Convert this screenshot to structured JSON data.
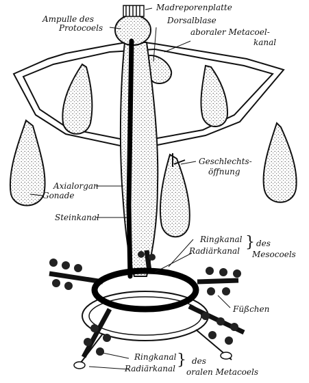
{
  "labels": {
    "madreporenplatte": "Madreporenplatte",
    "ampulle_line1": "Ampulle des",
    "ampulle_line2": "Protocoels",
    "dorsalblase": "Dorsalblase",
    "metacoelkanal_line1": "aboraler Metacoel-",
    "metacoelkanal_line2": "kanal",
    "geschlechts_line1": "Geschlechts-",
    "geschlechts_line2": "öffnung",
    "axialorgan": "Axialorgan",
    "gonade": "Gonade",
    "steinkanal": "Steinkanal",
    "ringkanal_meso": "Ringkanal",
    "radiarkanal_meso": "Radiärkanal",
    "des_meso": "des",
    "mesocoels": "Mesocoels",
    "fuesschen": "Füßchen",
    "ringkanal_oral": "Ringkanal",
    "radiarkanal_oral": "Radiärkanal",
    "des_oral": "des",
    "oralen_metacoels": "oralen Metacoels"
  },
  "icons": [
    "gonad-shape",
    "tube-foot-icon",
    "madreporite-icon"
  ]
}
